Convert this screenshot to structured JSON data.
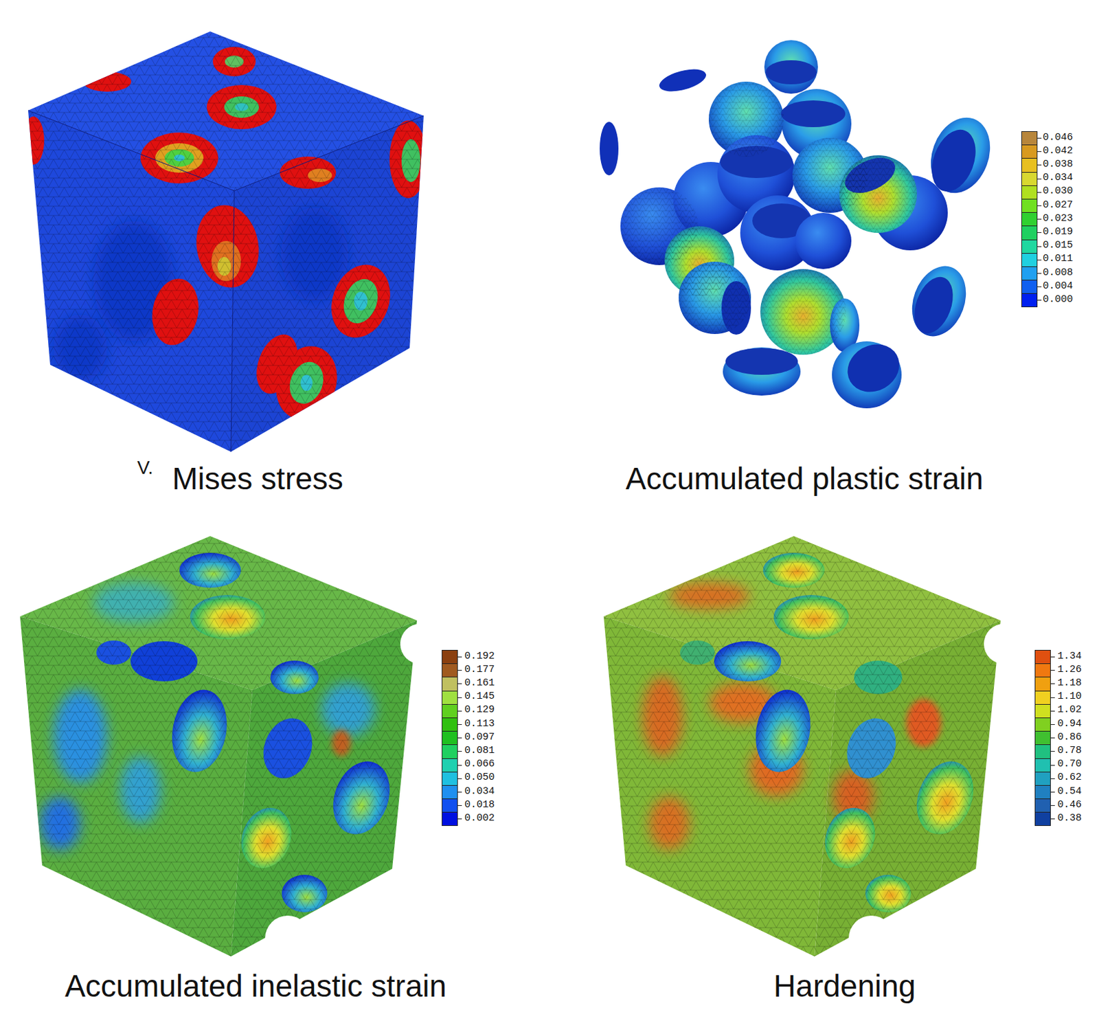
{
  "diagram": {
    "labels": [
      "V.",
      "Mises stress",
      "Accumulated plastic strain",
      "Accumulated inelastic strain",
      "Hardening"
    ],
    "legend": [
      {
        "text": "0.046",
        "color": "#b8863b"
      },
      {
        "text": "0.042",
        "color": "#d89a20"
      },
      {
        "text": "0.038",
        "color": "#e8c020"
      },
      {
        "text": "0.034",
        "color": "#d8d830"
      },
      {
        "text": "0.030",
        "color": "#b0e020"
      },
      {
        "text": "0.027",
        "color": "#70e020"
      },
      {
        "text": "0.023",
        "color": "#30d030"
      },
      {
        "text": "0.019",
        "color": "#20d060"
      },
      {
        "text": "0.015",
        "color": "#20d8a0"
      },
      {
        "text": "0.011",
        "color": "#20d0e0"
      },
      {
        "text": "0.008",
        "color": "#20a0f0"
      },
      {
        "text": "0.004",
        "color": "#1060f0"
      },
      {
        "text": "0.000",
        "color": "#0020f0"
      },
      {
        "text": "0.192",
        "color": "#8b4010"
      },
      {
        "text": "0.177",
        "color": "#a05a20"
      },
      {
        "text": "0.161",
        "color": "#c0c060"
      },
      {
        "text": "0.145",
        "color": "#a0e040"
      },
      {
        "text": "0.129",
        "color": "#60d020"
      },
      {
        "text": "0.113",
        "color": "#30c010"
      },
      {
        "text": "0.097",
        "color": "#20c020"
      },
      {
        "text": "0.081",
        "color": "#20d060"
      },
      {
        "text": "0.066",
        "color": "#20d0b0"
      },
      {
        "text": "0.050",
        "color": "#20c0e0"
      },
      {
        "text": "0.034",
        "color": "#2090f0"
      },
      {
        "text": "0.018",
        "color": "#1050f0"
      },
      {
        "text": "0.002",
        "color": "#0010e0"
      },
      {
        "text": "1.34",
        "color": "#e05010"
      },
      {
        "text": "1.26",
        "color": "#f07810"
      },
      {
        "text": "1.18",
        "color": "#f0a010"
      },
      {
        "text": "1.10",
        "color": "#f0d020"
      },
      {
        "text": "1.02",
        "color": "#d0e020"
      },
      {
        "text": "0.94",
        "color": "#80d020"
      },
      {
        "text": "0.86",
        "color": "#40c030"
      },
      {
        "text": "0.78",
        "color": "#20c080"
      },
      {
        "text": "0.70",
        "color": "#20c0b0"
      },
      {
        "text": "0.62",
        "color": "#20a0c0"
      },
      {
        "text": "0.54",
        "color": "#2080c0"
      },
      {
        "text": "0.46",
        "color": "#2060b0"
      },
      {
        "text": "0.38",
        "color": "#1040a0"
      }
    ]
  }
}
